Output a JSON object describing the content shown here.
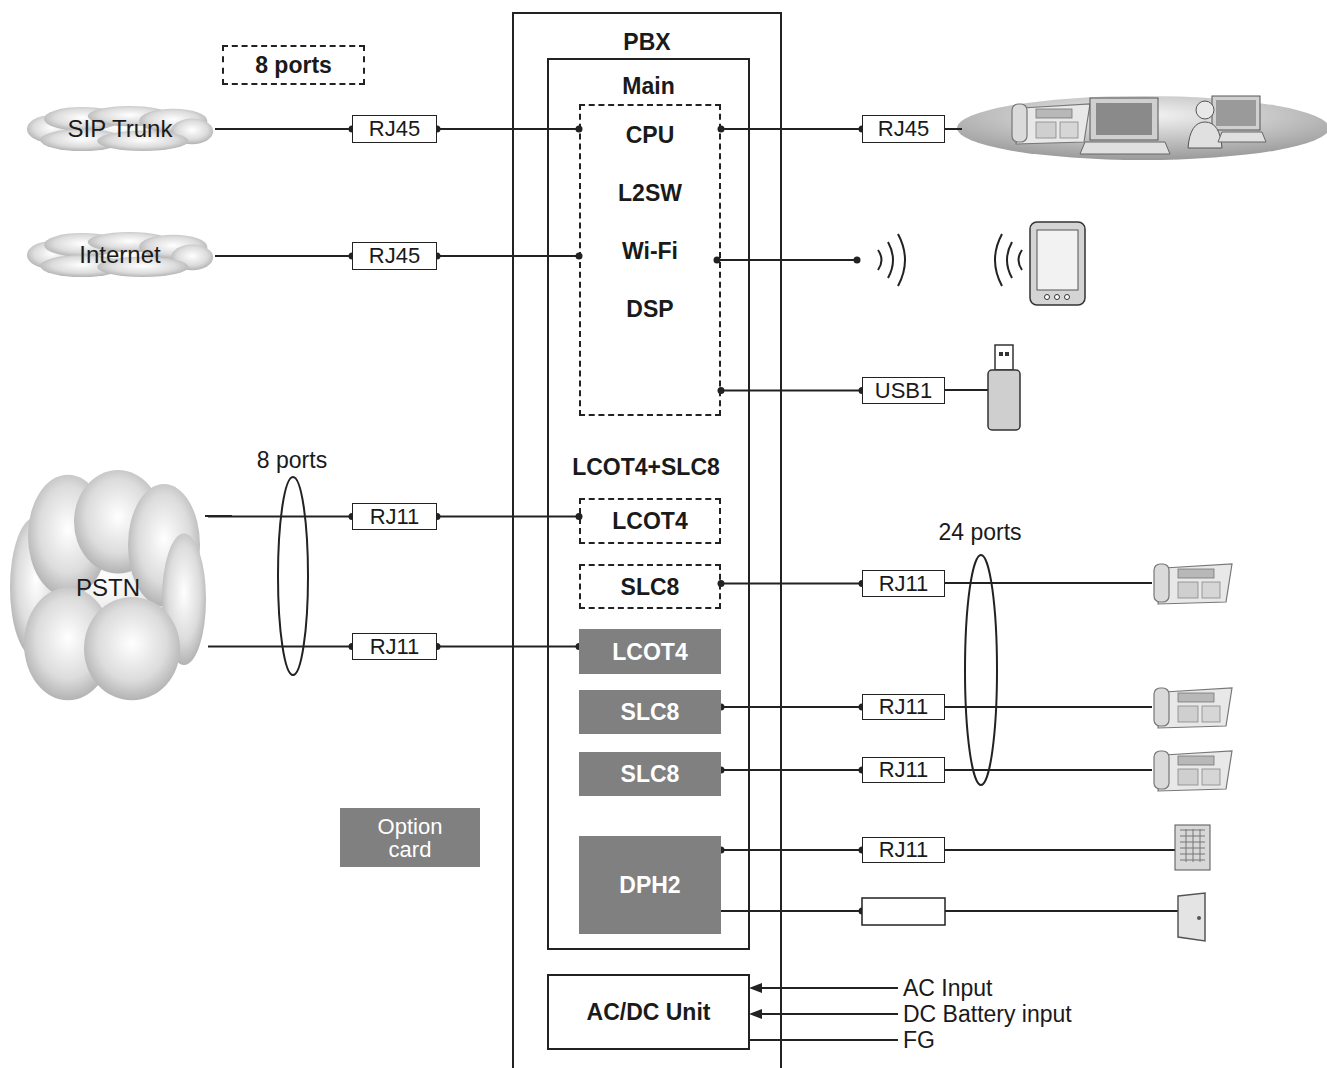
{
  "diagram": {
    "nodes": [
      {
        "text": [
          "8 ports"
        ]
      },
      {
        "text": [
          "SIP Trunk"
        ]
      },
      {
        "text": [
          "RJ45"
        ]
      },
      {
        "text": [
          "PBX"
        ]
      },
      {
        "text": [
          "Main"
        ],
        "in": 3
      },
      {
        "text": [
          "CPU",
          "L2SW",
          "Wi-Fi",
          "DSP"
        ],
        "in": 4
      },
      {
        "text": [
          "LCOT4"
        ],
        "in": 4
      },
      {
        "text": [
          "SLC8"
        ],
        "in": 4
      },
      {
        "text": [
          "LCOT4"
        ],
        "in": 4
      },
      {
        "text": [
          "SLC8"
        ],
        "in": 4
      },
      {
        "text": [
          "SLC8"
        ],
        "in": 4
      },
      {
        "text": [
          "DPH2"
        ],
        "in": 4
      },
      {
        "text": [
          "AC/DC Unit"
        ],
        "in": 3
      },
      {
        "text": [
          "RJ45"
        ]
      },
      {
        "text": [
          "Internet"
        ]
      },
      {
        "text": [
          "RJ45"
        ]
      },
      {
        "text": [
          "USB1"
        ]
      },
      {
        "text": [
          "PSTN"
        ]
      },
      {
        "text": [
          "RJ11"
        ]
      },
      {
        "text": [
          "RJ11"
        ]
      },
      {
        "text": [
          "RJ11"
        ]
      },
      {
        "text": [
          "RJ11"
        ]
      },
      {
        "text": [
          "RJ11"
        ]
      },
      {
        "text": [
          "RJ11"
        ]
      }
    ],
    "edges": [
      {
        "from": 1,
        "to": 2,
        "arrow": "none"
      },
      {
        "from": 2,
        "to": 5,
        "arrow": "none"
      },
      {
        "from": 5,
        "to": 13,
        "arrow": "none"
      },
      {
        "from": 14,
        "to": 15,
        "arrow": "none"
      },
      {
        "from": 15,
        "to": 5,
        "arrow": "none"
      },
      {
        "from": 5,
        "to": 16,
        "arrow": "none"
      },
      {
        "from": 17,
        "to": 18,
        "arrow": "none"
      },
      {
        "from": 18,
        "to": 6,
        "arrow": "none"
      },
      {
        "from": 17,
        "to": 19,
        "arrow": "none"
      },
      {
        "from": 19,
        "to": 8,
        "arrow": "none"
      },
      {
        "from": 7,
        "to": 20,
        "arrow": "none"
      },
      {
        "from": 9,
        "to": 21,
        "arrow": "none"
      },
      {
        "from": 10,
        "to": 22,
        "arrow": "none"
      },
      {
        "from": 11,
        "to": 23,
        "arrow": "none"
      }
    ],
    "labels": [
      "LCOT4+SLC8",
      "8 ports",
      "24 ports",
      "AC Input",
      "DC Battery input",
      "FG"
    ],
    "legend": [
      {
        "text": "Option card",
        "color": "#808080"
      }
    ]
  }
}
